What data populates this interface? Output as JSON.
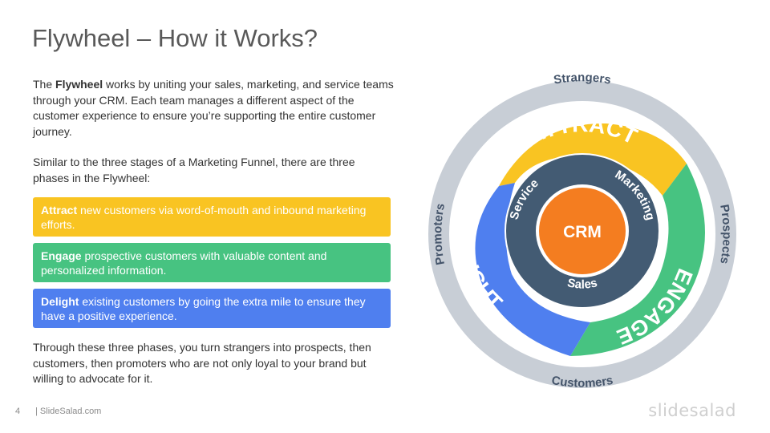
{
  "slide": {
    "title": "Flywheel – How it Works?",
    "intro_pre": "The ",
    "intro_bold": "Flywheel",
    "intro_post": " works by uniting your sales, marketing, and service teams through your CRM. Each team manages a different aspect of the customer experience to ensure you’re supporting the entire customer journey.",
    "phases_intro": "Similar to the three stages of a Marketing Funnel, there are three phases in the Flywheel:",
    "phases": [
      {
        "name": "Attract",
        "text": " new customers via word-of-mouth and inbound marketing efforts.",
        "color": "#f9c422"
      },
      {
        "name": "Engage",
        "text": " prospective customers with valuable content and personalized information.",
        "color": "#47c381"
      },
      {
        "name": "Delight",
        "text": " existing customers by going the extra mile to ensure they have a positive experience.",
        "color": "#4f7fef"
      }
    ],
    "closing": "Through these three phases, you turn strangers into prospects, then customers, then promoters who are not only loyal to your brand but willing to advocate for it.",
    "page_number": "4",
    "footer_site": "| SlideSalad.com",
    "brand": "slidesalad"
  },
  "diagram": {
    "outer_labels": {
      "top": "Strangers",
      "right": "Prospects",
      "bottom": "Customers",
      "left": "Promoters"
    },
    "arc_labels": {
      "attract": "ATTRACT",
      "engage": "ENGAGE",
      "delight": "DELIGHT"
    },
    "inner_labels": {
      "service": "Service",
      "marketing": "Marketing",
      "sales": "Sales"
    },
    "center": "CRM",
    "colors": {
      "outer_ring": "#c8ced6",
      "attract": "#f9c422",
      "engage": "#47c381",
      "delight": "#4f7fef",
      "inner_ring": "#435b73",
      "center": "#f47d20",
      "label_text": "#44546a"
    }
  }
}
